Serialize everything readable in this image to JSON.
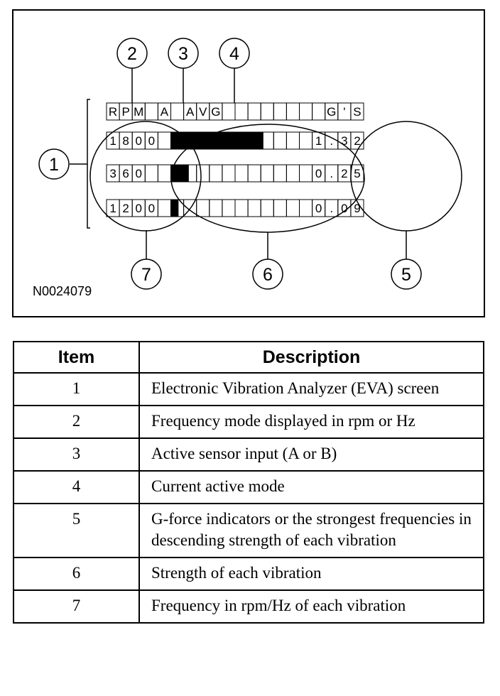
{
  "figure": {
    "code": "N0024079",
    "header_cells": [
      "R",
      "P",
      "M",
      "",
      "A",
      "",
      "A",
      "V",
      "G",
      "",
      "",
      "",
      "",
      "",
      "",
      "",
      "",
      "G",
      "'",
      "S"
    ],
    "rows": [
      {
        "freq_cells": [
          "1",
          "8",
          "0",
          "0"
        ],
        "strength": 0.72,
        "gforce_cells": [
          "",
          "1",
          ".",
          "3",
          "2"
        ]
      },
      {
        "freq_cells": [
          "3",
          "6",
          "0",
          ""
        ],
        "strength": 0.14,
        "gforce_cells": [
          "",
          "0",
          ".",
          "2",
          "5"
        ]
      },
      {
        "freq_cells": [
          "1",
          "2",
          "0",
          "0"
        ],
        "strength": 0.06,
        "gforce_cells": [
          "",
          "0",
          ".",
          "0",
          "9"
        ]
      }
    ],
    "callouts": [
      "1",
      "2",
      "3",
      "4",
      "5",
      "6",
      "7"
    ]
  },
  "table": {
    "headers": {
      "item": "Item",
      "description": "Description"
    },
    "rows": [
      {
        "item": "1",
        "description": "Electronic Vibration Analyzer (EVA) screen"
      },
      {
        "item": "2",
        "description": "Frequency mode displayed in rpm or Hz"
      },
      {
        "item": "3",
        "description": "Active sensor input (A or B)"
      },
      {
        "item": "4",
        "description": "Current active mode"
      },
      {
        "item": "5",
        "description": "G-force indicators or the strongest frequencies in descending strength of each vibration"
      },
      {
        "item": "6",
        "description": "Strength of each vibration"
      },
      {
        "item": "7",
        "description": "Frequency in rpm/Hz of each vibration"
      }
    ]
  }
}
